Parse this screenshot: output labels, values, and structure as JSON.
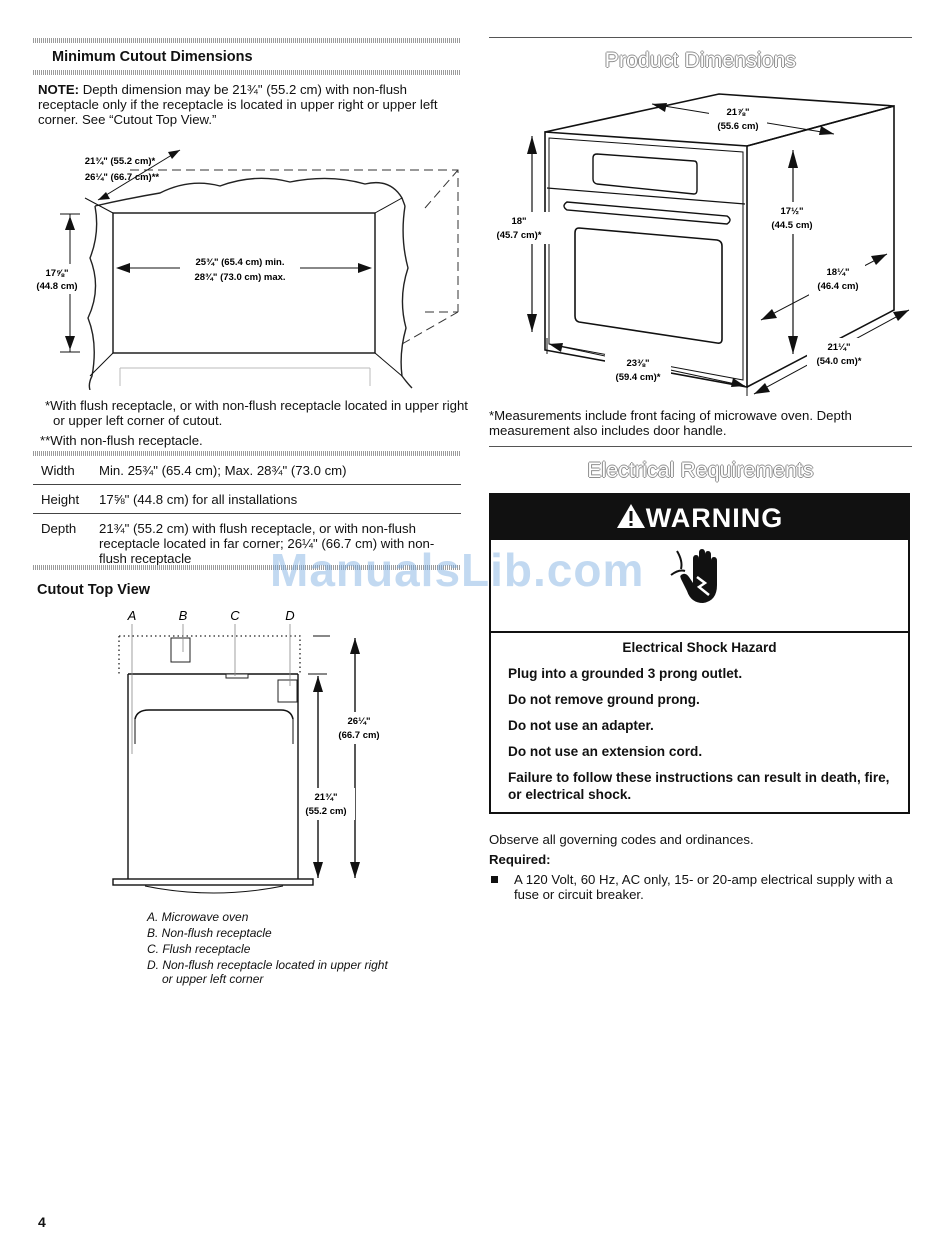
{
  "left": {
    "cutout_title": "Minimum Cutout Dimensions",
    "note_label": "NOTE:",
    "note_text": " Depth dimension may be 21¾\" (55.2 cm) with non-flush receptacle only if the receptacle is located in upper right or upper left corner. See “Cutout Top View.”",
    "diagram_labels": {
      "depth_flush": "21¾\" (55.2 cm)*",
      "depth_nonflush": "26¼\" (66.7 cm)**",
      "width_min": "25¾\" (65.4 cm) min.",
      "width_max": "28¾\" (73.0 cm) max.",
      "height_in": "17⅝\"",
      "height_cm": "(44.8 cm)"
    },
    "footnote_1": "*With flush receptacle, or with non-flush receptacle located in upper right or upper left corner of cutout.",
    "footnote_2": "**With non-flush receptacle.",
    "spec_rows": [
      {
        "label": "Width",
        "value": "Min. 25¾\" (65.4 cm); Max. 28¾\" (73.0 cm)"
      },
      {
        "label": "Height",
        "value": "17⅝\" (44.8 cm) for all installations"
      },
      {
        "label": "Depth",
        "value": "21¾\" (55.2 cm) with flush receptacle, or with non-flush receptacle located in far corner; 26¼\" (66.7 cm) with non-flush receptacle"
      }
    ],
    "top_view_title": "Cutout Top View",
    "top_view_letters": [
      "A",
      "B",
      "C",
      "D"
    ],
    "top_view_labels": {
      "outer_in": "26¼\"",
      "outer_cm": "(66.7 cm)",
      "inner_in": "21¾\"",
      "inner_cm": "(55.2 cm)"
    },
    "legend": [
      "A. Microwave oven",
      "B. Non-flush receptacle",
      "C. Flush receptacle",
      "D. Non-flush receptacle located in upper right",
      "or upper left corner"
    ]
  },
  "right": {
    "product_title": "Product Dimensions",
    "product_labels": {
      "top_in": "21⅞\"",
      "top_cm": "(55.6 cm)",
      "left_in": "18\"",
      "left_cm": "(45.7 cm)*",
      "right_in": "17½\"",
      "right_cm": "(44.5 cm)",
      "side_in": "18¼\"",
      "side_cm": "(46.4 cm)",
      "depth_in": "21¼\"",
      "depth_cm": "(54.0 cm)*",
      "bottom_in": "23⅜\"",
      "bottom_cm": "(59.4 cm)*"
    },
    "product_footnote": "*Measurements include front facing of microwave oven. Depth measurement also includes door handle.",
    "electrical_title": "Electrical Requirements",
    "warning_banner": "WARNING",
    "hazard_title": "Electrical Shock Hazard",
    "warning_items": [
      "Plug into a grounded 3 prong outlet.",
      "Do not remove ground prong.",
      "Do not use an adapter.",
      "Do not use an extension cord.",
      "Failure to follow these instructions can result in death, fire, or electrical shock."
    ],
    "observe_text": "Observe all governing codes and ordinances.",
    "required_label": "Required:",
    "required_item": "A 120 Volt, 60 Hz, AC only, 15- or 20-amp electrical supply with a fuse or circuit breaker."
  },
  "page_number": "4",
  "watermark": "ManualsLib.com"
}
